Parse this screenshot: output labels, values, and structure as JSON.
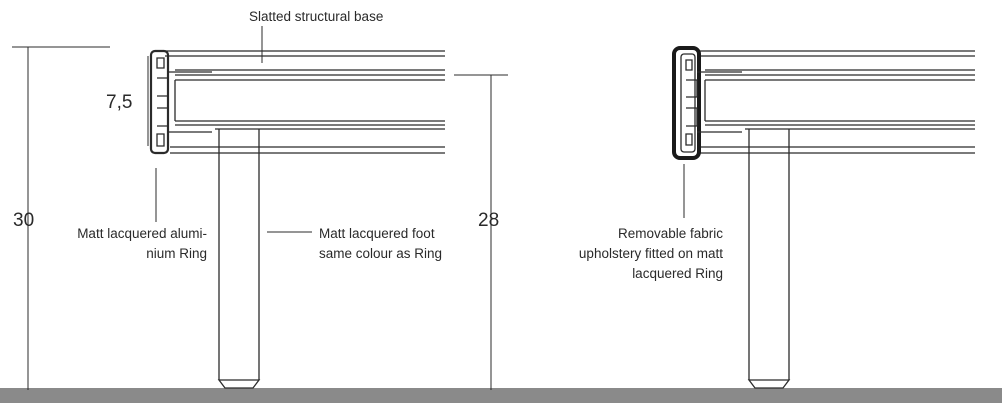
{
  "labels": {
    "slatted_base": "Slatted structural base",
    "ring_left_line1": "Matt lacquered alumi-",
    "ring_left_line2": "nium Ring",
    "foot_line1": "Matt lacquered foot",
    "foot_line2": "same colour as Ring",
    "fabric_line1": "Removable fabric",
    "fabric_line2": "upholstery fitted on matt",
    "fabric_line3": "lacquered Ring"
  },
  "dimensions": {
    "overall_height": "30",
    "ring_height": "7,5",
    "right_height": "28"
  },
  "colors": {
    "line": "#2b2b2b",
    "floor": "#8a8a8a",
    "text": "#2a2a2a"
  }
}
